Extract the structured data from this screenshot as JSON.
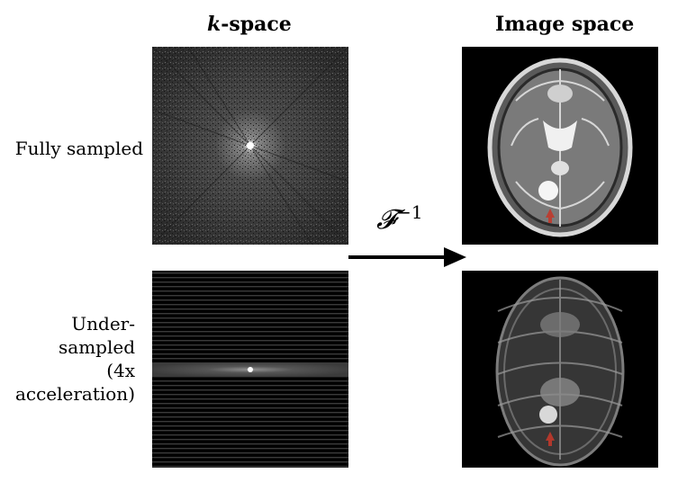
{
  "headings": {
    "kspace_prefix": "k",
    "kspace_suffix": "-space",
    "image_space": "Image space"
  },
  "rows": {
    "fully_sampled": "Fully sampled",
    "under_sampled_lines": [
      "Under-",
      "sampled",
      "(4x",
      "acceleration)"
    ]
  },
  "operator": {
    "symbol": "𝓕",
    "exponent": "−1"
  },
  "colors": {
    "background": "#ffffff",
    "panel_background": "#000000",
    "arrow": "#000000",
    "marker": "#c0392b"
  }
}
